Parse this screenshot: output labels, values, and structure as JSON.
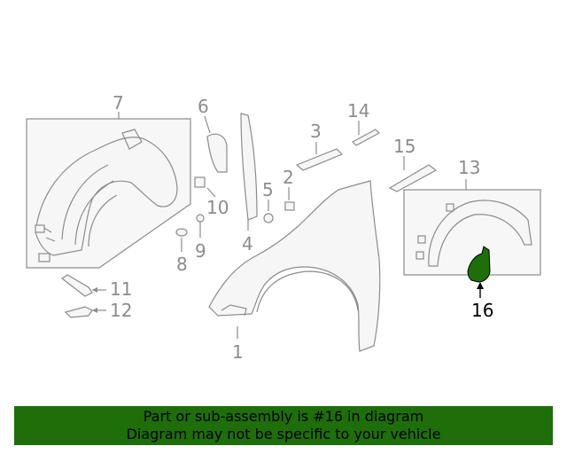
{
  "callouts": {
    "n1": "1",
    "n2": "2",
    "n3": "3",
    "n4": "4",
    "n5": "5",
    "n6": "6",
    "n7": "7",
    "n8": "8",
    "n9": "9",
    "n10": "10",
    "n11": "11",
    "n12": "12",
    "n13": "13",
    "n14": "14",
    "n15": "15",
    "n16": "16"
  },
  "highlight": {
    "part": "16",
    "color": "#1e6e0a"
  },
  "banner": {
    "line1": "Part or sub-assembly is #16 in diagram",
    "line2": "Diagram may not be specific to your vehicle",
    "background": "#1e6e0a"
  }
}
